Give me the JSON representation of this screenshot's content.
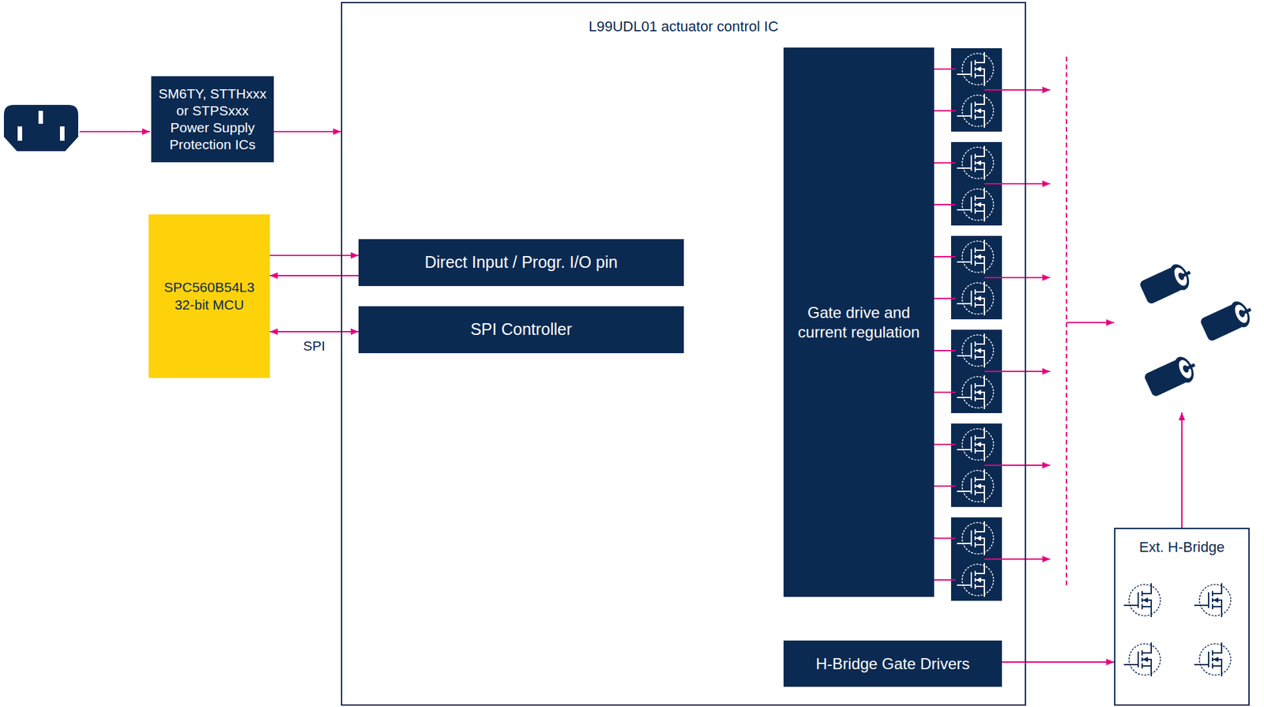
{
  "diagram": {
    "nodes": [
      {
        "text": [
          "L99UDL01 actuator control IC"
        ]
      },
      {
        "text": [
          "SM6TY, STTHxxx or STPSxxx Power Supply Protection ICs"
        ]
      },
      {
        "text": [
          "SPC560B54L3 32-bit MCU"
        ]
      },
      {
        "text": [
          "Direct Input / Progr. I/O pin"
        ],
        "in": 0
      },
      {
        "text": [
          "SPI Controller"
        ],
        "in": 0
      },
      {
        "text": [
          "Gate drive and current regulation"
        ],
        "in": 0
      },
      {
        "text": [
          "H-Bridge Gate Drivers"
        ],
        "in": 0
      },
      {
        "text": [
          "Ext. H-Bridge"
        ]
      }
    ],
    "edges": [
      {
        "from": 1,
        "to": 0,
        "arrow": "to"
      },
      {
        "from": 2,
        "to": 3,
        "arrow": "to"
      },
      {
        "from": 3,
        "to": 2,
        "arrow": "to"
      },
      {
        "from": 2,
        "to": 4,
        "label": "SPI",
        "arrow": "both"
      },
      {
        "from": 6,
        "to": 7,
        "arrow": "to"
      }
    ]
  }
}
